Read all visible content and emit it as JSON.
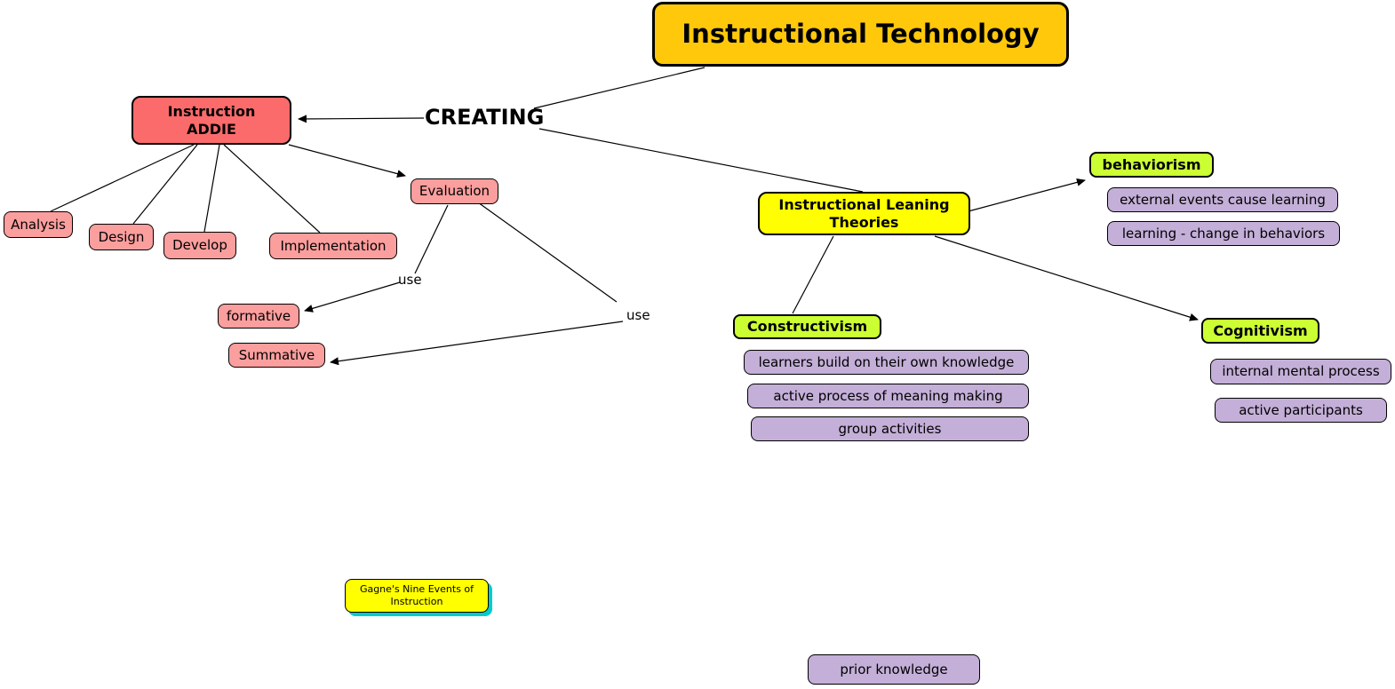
{
  "title": {
    "label": "Instructional Technology"
  },
  "labels": {
    "creating": "CREATING",
    "use1": "use",
    "use2": "use"
  },
  "nodes": {
    "instruction_addie": {
      "label": "Instruction\nADDIE"
    },
    "analysis": {
      "label": "Analysis"
    },
    "design": {
      "label": "Design"
    },
    "develop": {
      "label": "Develop"
    },
    "implementation": {
      "label": "Implementation"
    },
    "evaluation": {
      "label": "Evaluation"
    },
    "formative": {
      "label": "formative"
    },
    "summative": {
      "label": "Summative"
    },
    "instructional_leaning_theories": {
      "label": "Instructional Leaning\nTheories"
    },
    "behaviorism": {
      "label": "behaviorism"
    },
    "external_events": {
      "label": "external events cause learning"
    },
    "learning_change": {
      "label": "learning - change in behaviors"
    },
    "constructivism": {
      "label": "Constructivism"
    },
    "learners_build": {
      "label": "learners build on their own knowledge"
    },
    "active_process": {
      "label": "active process of meaning making"
    },
    "group_activities": {
      "label": "group activities"
    },
    "cognitivism": {
      "label": "Cognitivism"
    },
    "internal_mental": {
      "label": "internal mental process"
    },
    "active_participants": {
      "label": "active participants"
    },
    "gagne": {
      "label": "Gagne's Nine Events of\nInstruction"
    },
    "prior_knowledge": {
      "label": "prior knowledge"
    }
  },
  "colors": {
    "title_fill": "#FFC80A",
    "main_concept_fill": "#FB6B6B",
    "sub_concept_fill": "#FB9E9E",
    "theory_fill": "#FFFF00",
    "theory_branch_fill": "#CCFF33",
    "detail_fill": "#C4AFD8",
    "gagne_shadow": "#00CCCC",
    "line_color": "#000000"
  }
}
